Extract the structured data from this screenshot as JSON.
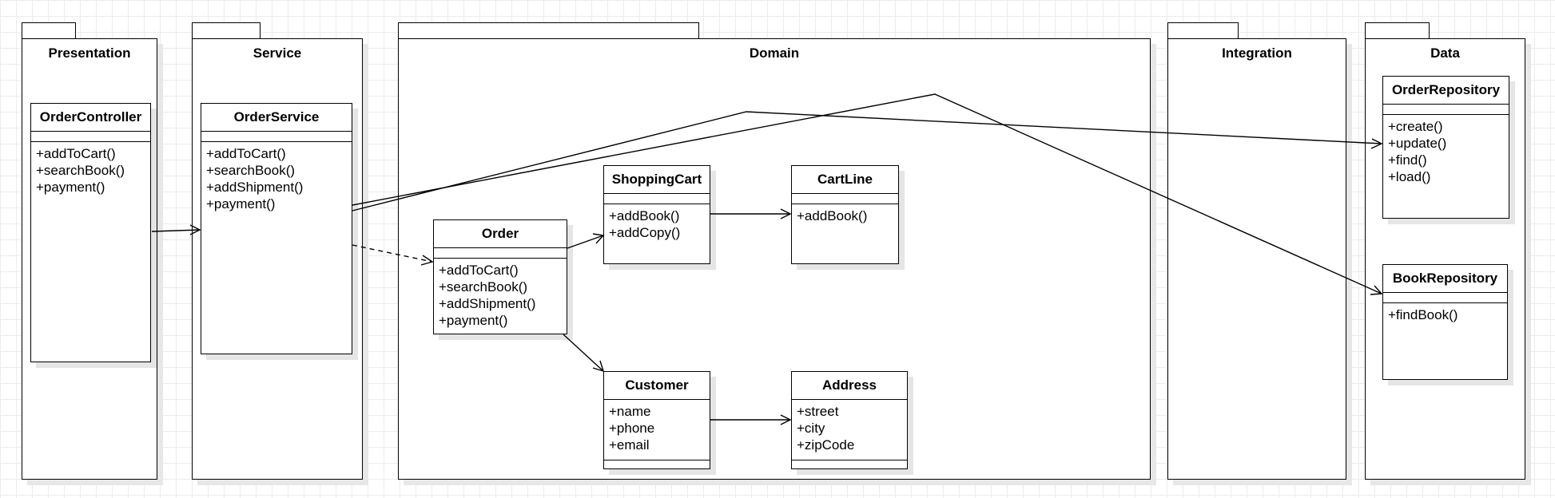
{
  "packages": {
    "presentation": "Presentation",
    "service": "Service",
    "domain": "Domain",
    "integration": "Integration",
    "data": "Data"
  },
  "classes": {
    "order_controller": {
      "name": "OrderController",
      "ops": [
        "+addToCart()",
        "+searchBook()",
        "+payment()"
      ]
    },
    "order_service": {
      "name": "OrderService",
      "ops": [
        "+addToCart()",
        "+searchBook()",
        "+addShipment()",
        "+payment()"
      ]
    },
    "order": {
      "name": "Order",
      "ops": [
        "+addToCart()",
        "+searchBook()",
        "+addShipment()",
        "+payment()"
      ]
    },
    "shopping_cart": {
      "name": "ShoppingCart",
      "ops": [
        "+addBook()",
        "+addCopy()"
      ]
    },
    "cart_line": {
      "name": "CartLine",
      "ops": [
        "+addBook()"
      ]
    },
    "customer": {
      "name": "Customer",
      "attrs": [
        "+name",
        "+phone",
        "+email"
      ]
    },
    "address": {
      "name": "Address",
      "attrs": [
        "+street",
        "+city",
        "+zipCode"
      ]
    },
    "order_repository": {
      "name": "OrderRepository",
      "ops": [
        "+create()",
        "+update()",
        "+find()",
        "+load()"
      ]
    },
    "book_repository": {
      "name": "BookRepository",
      "ops": [
        "+findBook()"
      ]
    }
  },
  "relationships": [
    {
      "from": "OrderController",
      "to": "OrderService",
      "style": "solid",
      "arrow": "open"
    },
    {
      "from": "OrderService",
      "to": "Order",
      "style": "dashed",
      "arrow": "open"
    },
    {
      "from": "Order",
      "to": "ShoppingCart",
      "style": "solid",
      "arrow": "open"
    },
    {
      "from": "Order",
      "to": "Customer",
      "style": "solid",
      "arrow": "open"
    },
    {
      "from": "ShoppingCart",
      "to": "CartLine",
      "style": "solid",
      "arrow": "open"
    },
    {
      "from": "Customer",
      "to": "Address",
      "style": "solid",
      "arrow": "open"
    },
    {
      "from": "OrderService",
      "to": "OrderRepository",
      "style": "solid",
      "arrow": "open"
    },
    {
      "from": "OrderService",
      "to": "BookRepository",
      "style": "solid",
      "arrow": "open"
    }
  ]
}
